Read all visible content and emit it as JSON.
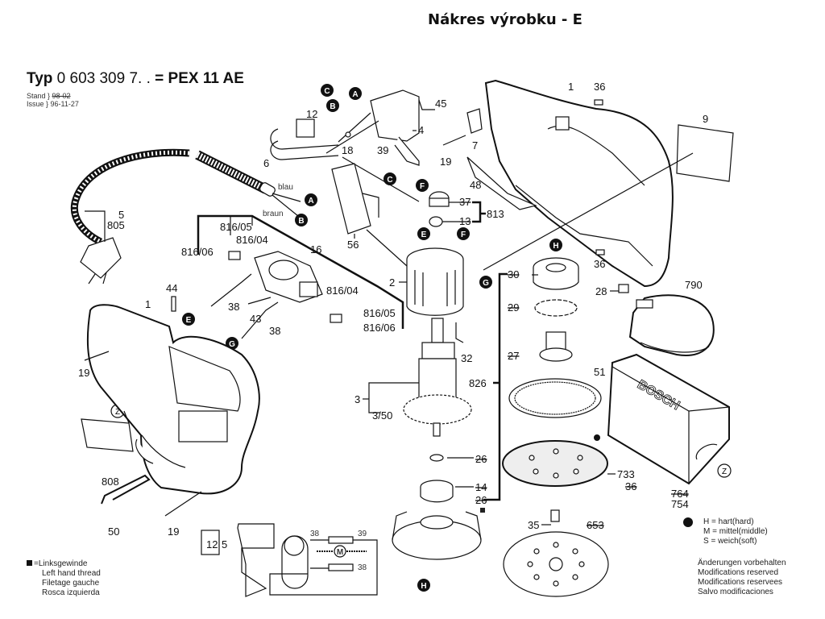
{
  "page": {
    "title": "Nákres výrobku - E"
  },
  "header": {
    "type_prefix": "Typ",
    "type_number": "0 603 309 7. .",
    "equals": "=",
    "model": "PEX 11 AE",
    "stand_label": "Stand",
    "stand_value_struck": "98-02",
    "issue_label": "Issue",
    "issue_value": "96-11-27"
  },
  "wire_colors": {
    "blue": "blau",
    "brown": "braun"
  },
  "connector_marks": [
    "A",
    "B",
    "C",
    "E",
    "F",
    "G",
    "H",
    "Z"
  ],
  "part_labels": {
    "p1": "1",
    "p2": "2",
    "p3": "3",
    "p3_50": "3/50",
    "p4": "4",
    "p5": "5",
    "p6": "6",
    "p7": "7",
    "p9": "9",
    "p12": "12",
    "p14": "14",
    "p16": "16",
    "p18": "18",
    "p19": "19",
    "p26": "26",
    "p26b": "26",
    "p27": "27",
    "p28": "28",
    "p29": "29",
    "p30": "30",
    "p32": "32",
    "p35": "35",
    "p36": "36",
    "p37": "37",
    "p38": "38",
    "p39": "39",
    "p43": "43",
    "p44": "44",
    "p45": "45",
    "p48": "48",
    "p50": "50",
    "p51": "51",
    "p56": "56",
    "p653": "653",
    "p733": "733",
    "p736": "36",
    "p754": "754",
    "p754_old": "764",
    "p790": "790",
    "p805": "805",
    "p808": "808",
    "p813": "813",
    "p813a": "37",
    "p813b": "13",
    "p816_04": "816/04",
    "p816_05": "816/05",
    "p816_06": "816/06",
    "p826": "826"
  },
  "circuit": {
    "switch": "12",
    "cord": "5",
    "brush_top": "38",
    "brush_top_right": "39",
    "brush_bottom": "38",
    "motor": "M"
  },
  "brand_text": "BOSCH",
  "legend_thread": {
    "symbol": "■",
    "equals": "=",
    "lines": [
      "Linksgewinde",
      "Left hand thread",
      "Filetage gauche",
      "Rosca izquierda"
    ]
  },
  "legend_hardness": {
    "rows": [
      {
        "key": "H",
        "eq": "=",
        "text": "hart(hard)"
      },
      {
        "key": "M",
        "eq": "=",
        "text": "mittel(middle)"
      },
      {
        "key": "S",
        "eq": "=",
        "text": "weich(soft)"
      }
    ]
  },
  "legend_notes": {
    "lines": [
      "Änderungen vorbehalten",
      "Modifications reserved",
      "Modifications reservees",
      "Salvo modificaciones"
    ]
  }
}
